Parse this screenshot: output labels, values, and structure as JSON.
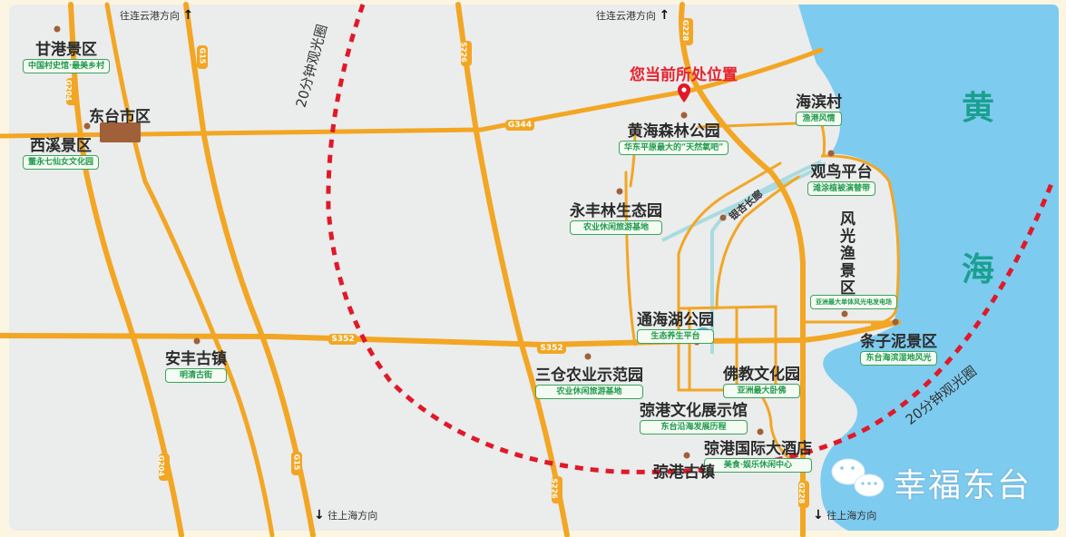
{
  "map": {
    "current_location": "您当前所处位置",
    "sea_name": [
      "黄",
      "海"
    ],
    "ring_label": "20分钟观光圈",
    "brand": "幸福东台",
    "directions": {
      "north_left": "往连云港方向",
      "north_right": "往连云港方向",
      "south_left": "往上海方向",
      "south_right": "往上海方向"
    },
    "roads": {
      "g204_top": "G204",
      "g204_bottom": "G204",
      "g15_top": "G15",
      "g15_bottom": "G15",
      "s226_top": "S226",
      "s226_bottom": "S226",
      "g228_top": "G228",
      "g228_bottom": "G228",
      "g344": "G344",
      "s352_left": "S352",
      "s352_right": "S352",
      "corridor": "银杏长廊"
    },
    "pois": [
      {
        "name": "甘港景区",
        "tag": "中国村史馆·最美乡村"
      },
      {
        "name": "东台市区",
        "tag": ""
      },
      {
        "name": "西溪景区",
        "tag": "董永七仙女文化园"
      },
      {
        "name": "黄海森林公园",
        "tag": "华东平原最大的“天然氧吧”"
      },
      {
        "name": "海滨村",
        "tag": "渔港风情"
      },
      {
        "name": "观鸟平台",
        "tag": "滩涂植被演替带"
      },
      {
        "name": "永丰林生态园",
        "tag": "农业休闲旅游基地"
      },
      {
        "name": "风光渔景区",
        "tag": "亚洲最大单体风光电发电场"
      },
      {
        "name": "通海湖公园",
        "tag": "生态养生平台"
      },
      {
        "name": "条子泥景区",
        "tag": "东台海滨湿地风光"
      },
      {
        "name": "安丰古镇",
        "tag": "明清古街"
      },
      {
        "name": "三仓农业示范园",
        "tag": "农业休闲旅游基地"
      },
      {
        "name": "佛教文化园",
        "tag": "亚洲最大卧佛"
      },
      {
        "name": "弶港文化展示馆",
        "tag": "东台沿海发展历程"
      },
      {
        "name": "弶港国际大酒店",
        "tag": "美食·娱乐休闲中心"
      },
      {
        "name": "弶港古镇",
        "tag": ""
      }
    ],
    "colors": {
      "land": "#ebecec",
      "sea": "#7ecbf0",
      "road": "#f2a623",
      "ring": "#e0192a",
      "poi_dot": "#a0603a",
      "city_block": "#a0603a",
      "tag_green": "#1f9a4a",
      "waterway": "#a9dbe0"
    }
  }
}
